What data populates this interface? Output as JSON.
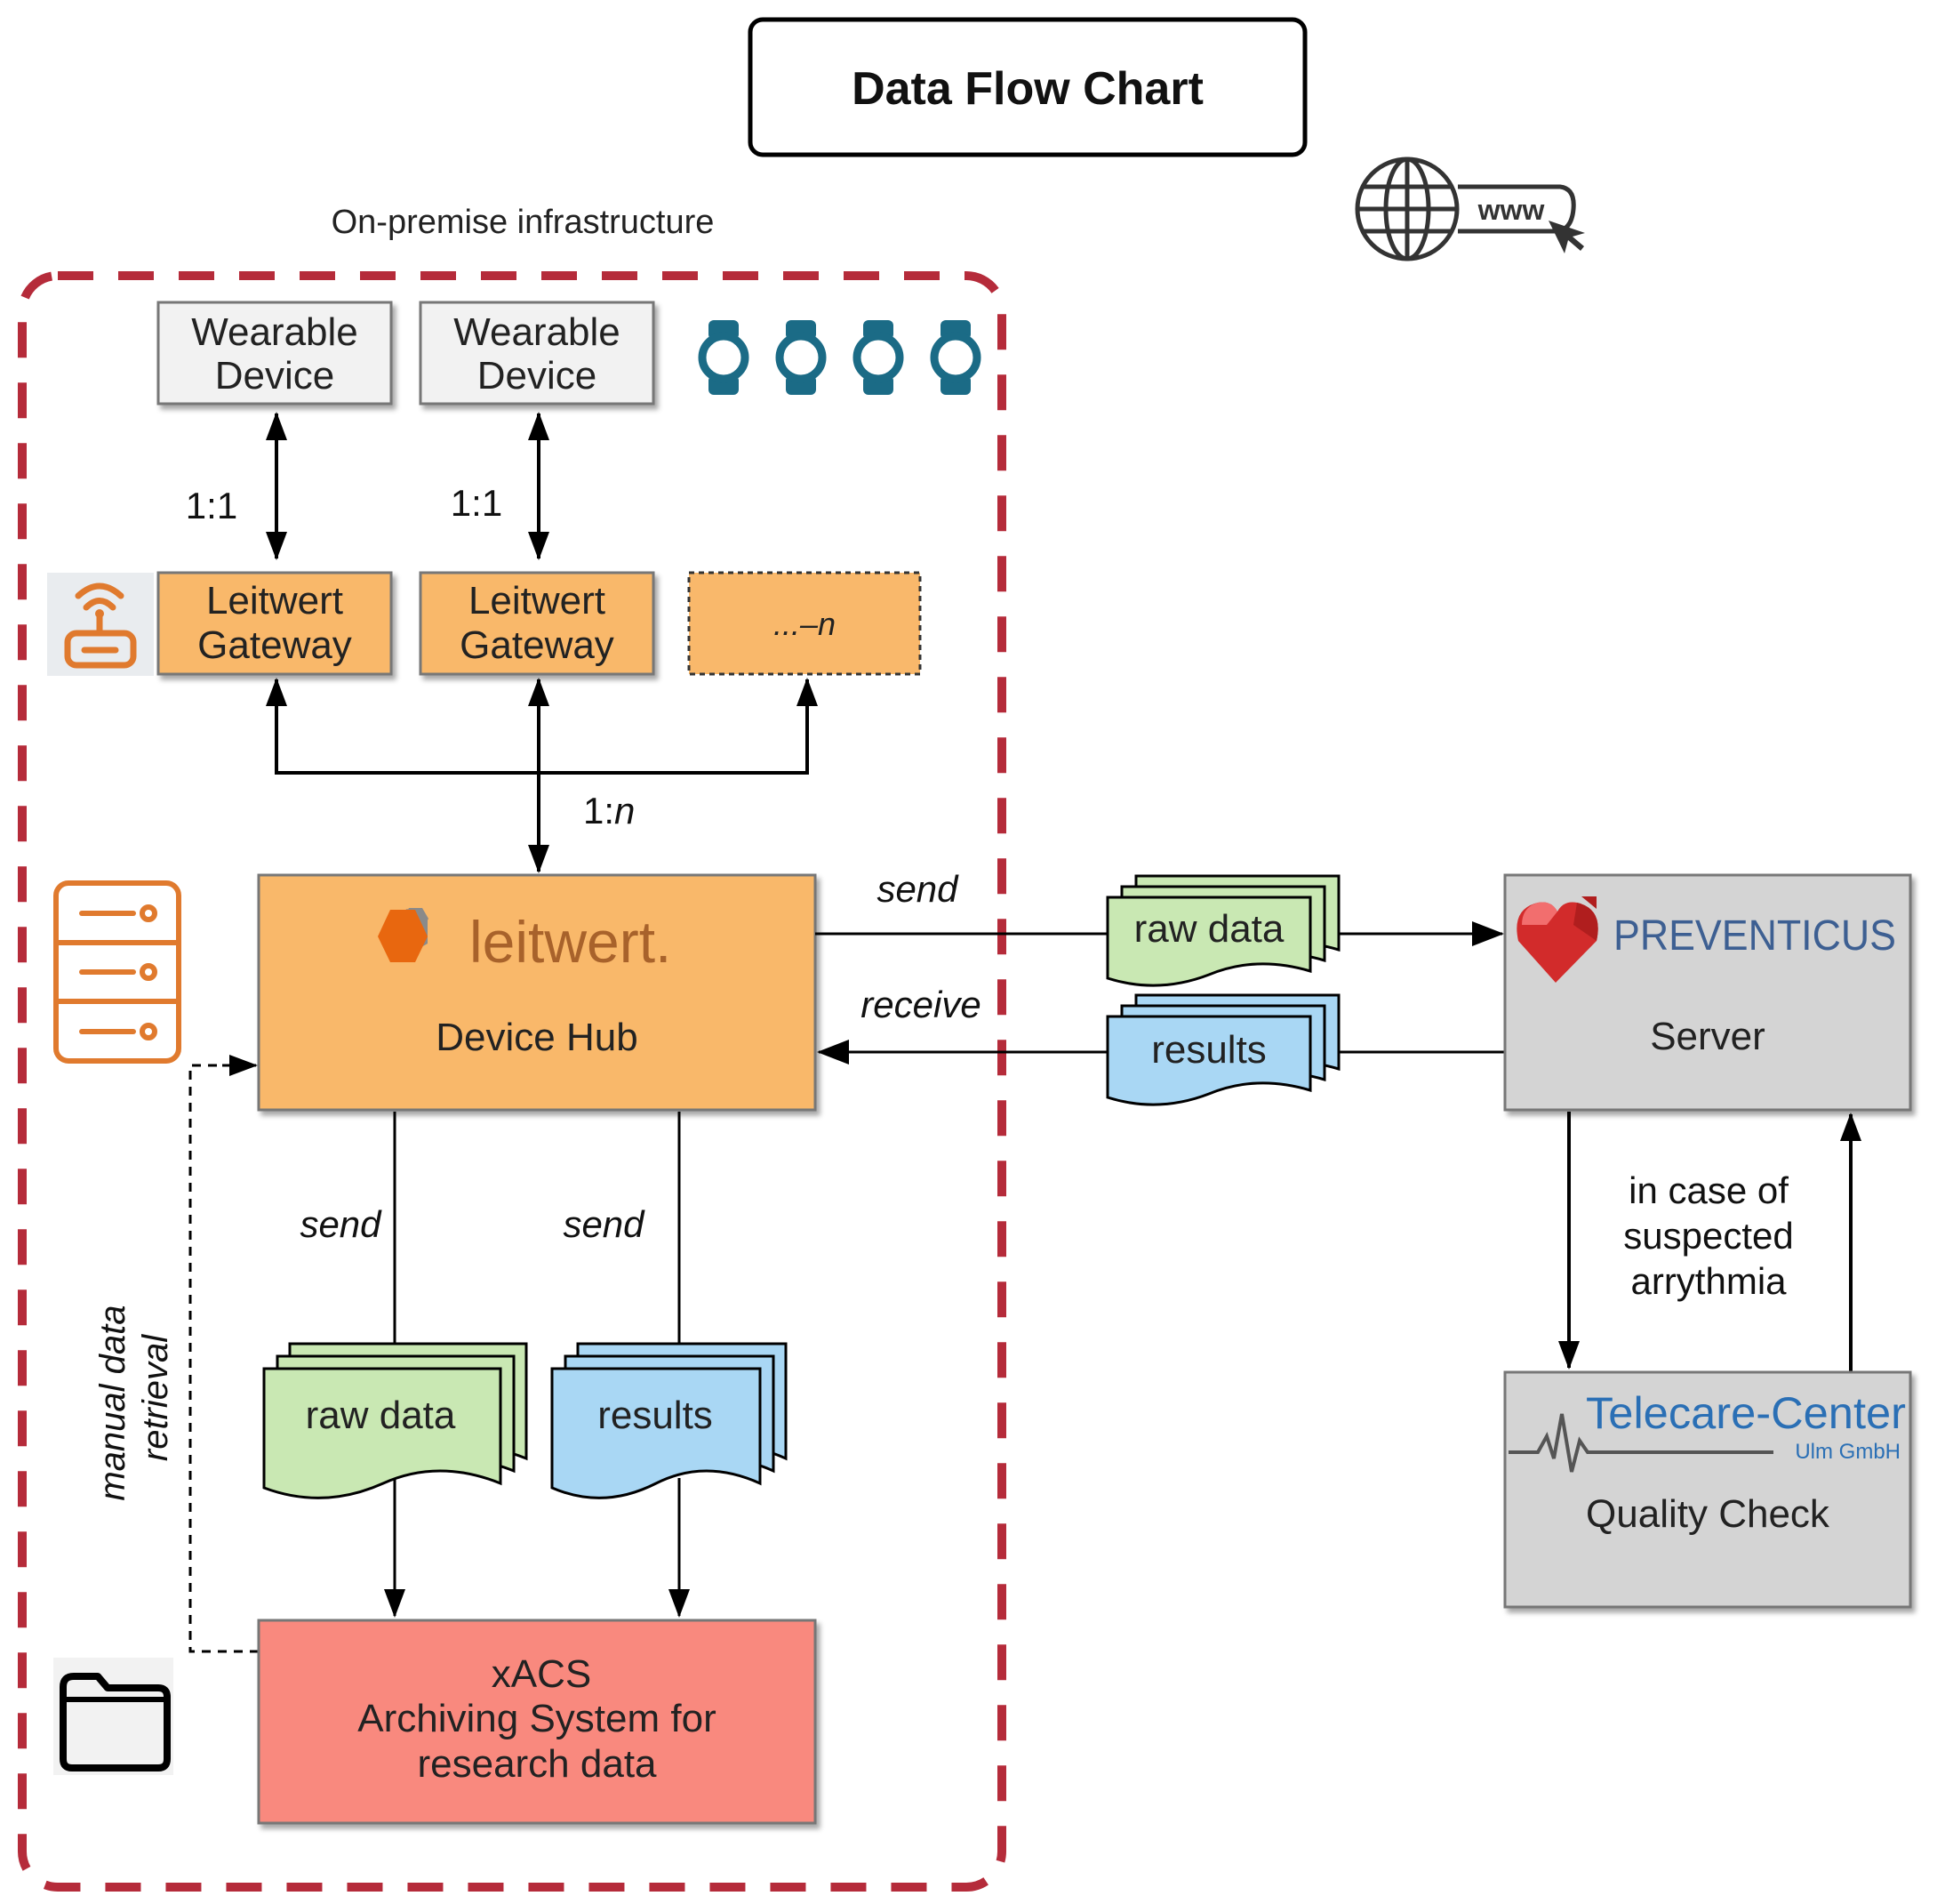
{
  "title": "Data Flow Chart",
  "region_label": "On-premise infrastructure",
  "web_icon_text": "www",
  "wearable_devices": [
    {
      "line1": "Wearable",
      "line2": "Device"
    },
    {
      "line1": "Wearable",
      "line2": "Device"
    }
  ],
  "gateways": [
    {
      "line1": "Leitwert",
      "line2": "Gateway"
    },
    {
      "line1": "Leitwert",
      "line2": "Gateway"
    }
  ],
  "gateway_more": "...–n",
  "ratio_one_to_one": "1:1",
  "ratio_one_to_n_prefix": "1:",
  "ratio_one_to_n_n": "n",
  "device_hub": {
    "brand": "leitwert.",
    "name": "Device Hub"
  },
  "send_label": "send",
  "receive_label": "receive",
  "raw_data_label": "raw data",
  "results_label": "results",
  "server": {
    "brand": "PREVENTICUS",
    "name": "Server"
  },
  "arrhythmia_note": [
    "in case of",
    "suspected",
    "arrythmia"
  ],
  "telecare": {
    "brand": "Telecare-Center",
    "sub": "Ulm GmbH",
    "name": "Quality Check"
  },
  "archive": {
    "line1": "xACS",
    "line2": "Archiving System for",
    "line3": "research data"
  },
  "manual_retrieval": {
    "line1": "manual data",
    "line2": "retrieval"
  },
  "colors": {
    "orange_box": "#f9b86b",
    "red_box": "#f9897e",
    "gray_box": "#d4d4d4",
    "green_doc": "#c9e8b3",
    "blue_doc": "#a9d7f4",
    "dashed_border": "#b52b3a",
    "teal_watch": "#1b6b86",
    "orange_icon": "#e07a2e",
    "heart_red": "#d22b2b",
    "preventicus_blue": "#3d5f92",
    "telecare_blue": "#2a6fb5"
  }
}
